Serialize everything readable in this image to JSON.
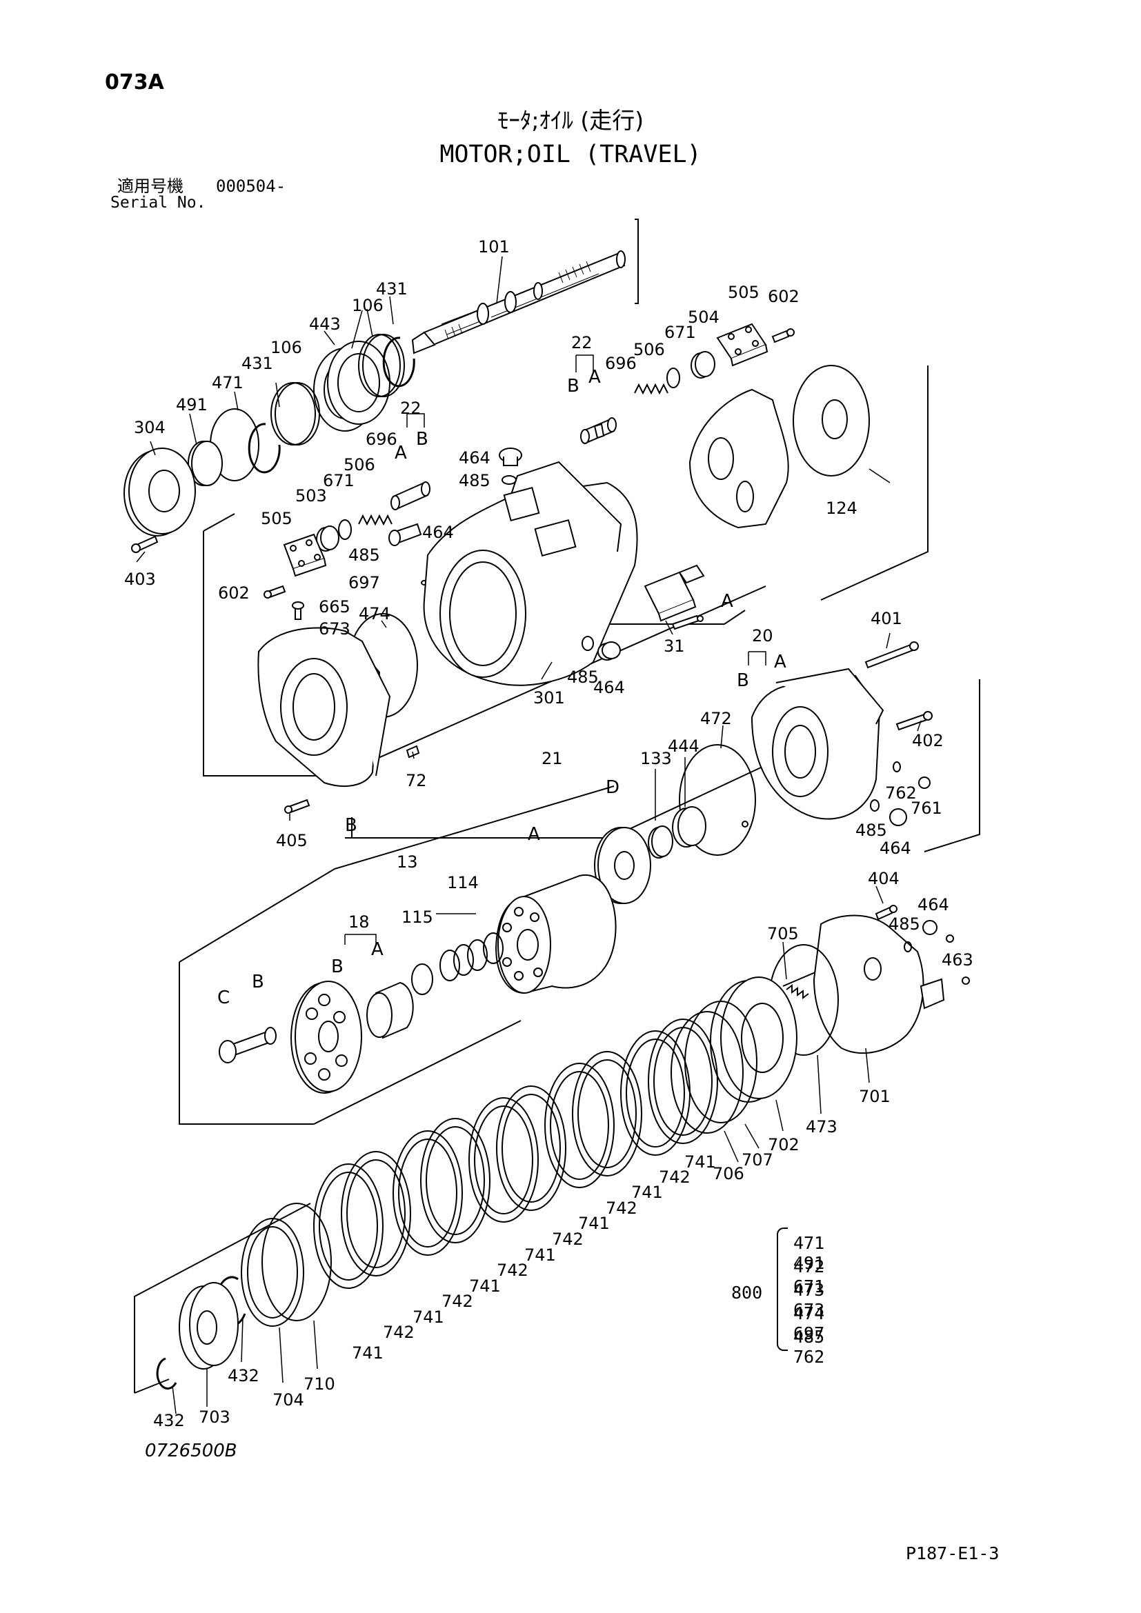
{
  "header": {
    "page_code": "073A",
    "title_jp": "ﾓｰﾀ;ｵｲﾙ (走行)",
    "title_en": "MOTOR;OIL (TRAVEL)",
    "serial_label_jp": "適用号機",
    "serial_value": "000504-",
    "serial_label_en": "Serial No."
  },
  "callouts": {
    "c101": "101",
    "c106": "106",
    "c431": "431",
    "c443": "443",
    "c471": "471",
    "c491": "491",
    "c304": "304",
    "c403": "403",
    "c22": "22",
    "c696": "696",
    "c506": "506",
    "c671": "671",
    "c503": "503",
    "c505": "505",
    "c602": "602",
    "c504": "504",
    "c464": "464",
    "c485": "485",
    "c697": "697",
    "c665": "665",
    "c673": "673",
    "c474": "474",
    "c124": "124",
    "c31": "31",
    "c301": "301",
    "c21": "21",
    "c72": "72",
    "c405": "405",
    "c20": "20",
    "c401": "401",
    "c402": "402",
    "c472": "472",
    "c444": "444",
    "c133": "133",
    "c762": "762",
    "c761": "761",
    "c13": "13",
    "c114": "114",
    "c115": "115",
    "c18": "18",
    "c404": "404",
    "c463": "463",
    "c705": "705",
    "c701": "701",
    "c473": "473",
    "c702": "702",
    "c707": "707",
    "c706": "706",
    "c741": "741",
    "c742": "742",
    "c432": "432",
    "c703": "703",
    "c704": "704",
    "c710": "710"
  },
  "ref_letters": {
    "A": "A",
    "B": "B",
    "C": "C",
    "D": "D"
  },
  "kit": {
    "id": "800",
    "rows": [
      [
        "471",
        "491"
      ],
      [
        "472",
        "671"
      ],
      [
        "473",
        "673"
      ],
      [
        "474",
        "697"
      ],
      [
        "485",
        "762"
      ]
    ]
  },
  "footer": {
    "drawing_no": "0726500B",
    "page_ref": "P187-E1-3"
  }
}
